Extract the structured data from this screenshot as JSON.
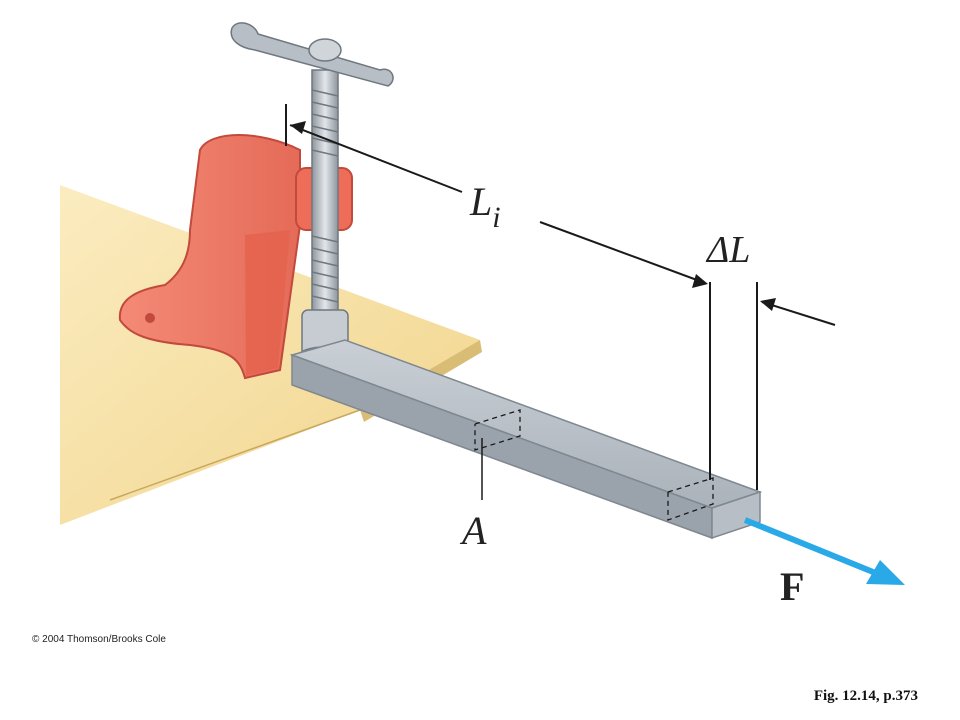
{
  "figure": {
    "labels": {
      "initial_length": "L",
      "initial_length_subscript": "i",
      "elongation": "ΔL",
      "area": "A",
      "force": "F"
    },
    "copyright": "© 2004 Thomson/Brooks Cole",
    "caption": "Fig. 12.14, p.373",
    "colors": {
      "table_top": "#f6dfa3",
      "table_edge": "#d9bd75",
      "clamp": "#f27a66",
      "clamp_dark": "#c24a3c",
      "rod": "#b7bec6",
      "rod_dark": "#7f8890",
      "screw": "#c7ccd2",
      "force_arrow": "#29a9e8",
      "line": "#1a1a1a"
    }
  }
}
